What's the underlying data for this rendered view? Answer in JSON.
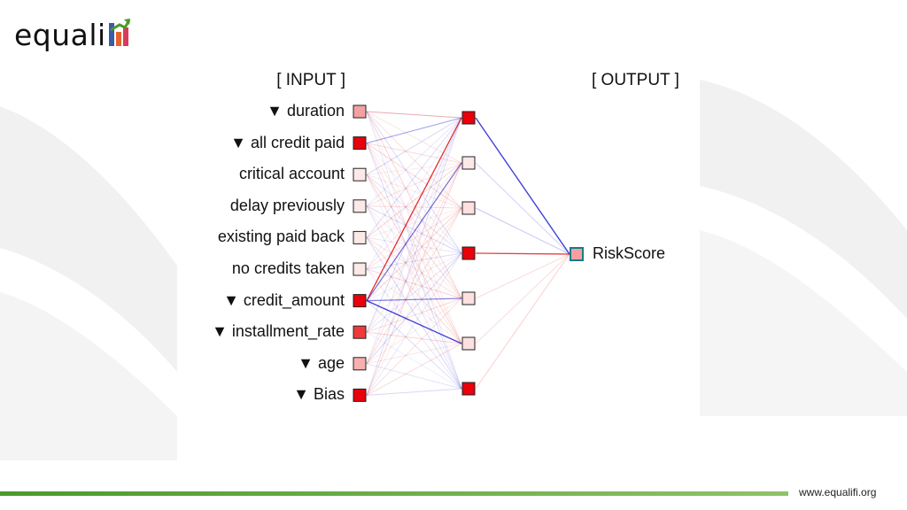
{
  "branding": {
    "logo_text": "equali",
    "website": "www.equalifi.org"
  },
  "diagram": {
    "input_header": "[ INPUT ]",
    "output_header": "[ OUTPUT ]",
    "input_nodes": [
      {
        "label": "▼ duration",
        "fill": "#f4a0a0"
      },
      {
        "label": "▼ all credit paid",
        "fill": "#e8000a"
      },
      {
        "label": "critical account",
        "fill": "#fde8e8"
      },
      {
        "label": "delay previously",
        "fill": "#fde8e8"
      },
      {
        "label": "existing paid back",
        "fill": "#fde8e8"
      },
      {
        "label": "no credits taken",
        "fill": "#fde8e8"
      },
      {
        "label": "▼ credit_amount",
        "fill": "#e8000a"
      },
      {
        "label": "▼ installment_rate",
        "fill": "#ef3a3a"
      },
      {
        "label": "▼ age",
        "fill": "#f6b0b0"
      },
      {
        "label": "▼ Bias",
        "fill": "#e8000a"
      }
    ],
    "hidden_nodes": [
      {
        "fill": "#e8000a"
      },
      {
        "fill": "#fde8e8"
      },
      {
        "fill": "#fde0e0"
      },
      {
        "fill": "#e8000a"
      },
      {
        "fill": "#fde0e0"
      },
      {
        "fill": "#fde0e0"
      },
      {
        "fill": "#e8000a"
      }
    ],
    "output_node": {
      "label": "RiskScore",
      "fill": "#f4a0a0",
      "border": "#1a7a8a"
    },
    "edge_colors": {
      "positive": "#e01010",
      "negative": "#2020d0"
    }
  }
}
